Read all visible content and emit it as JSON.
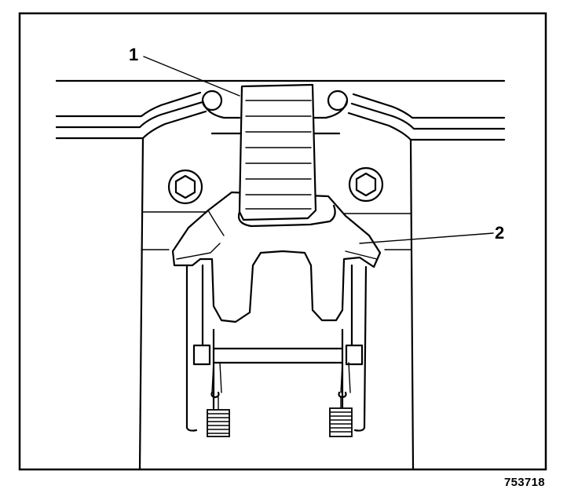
{
  "figure": {
    "callouts": [
      {
        "label": "1"
      },
      {
        "label": "2"
      }
    ],
    "figure_id": "753718"
  }
}
